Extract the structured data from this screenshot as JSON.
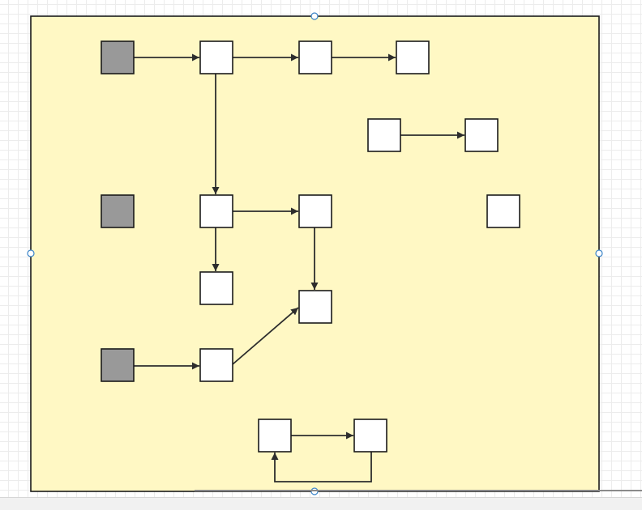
{
  "diagram": {
    "container": {
      "fill": "#fff8c4",
      "stroke": "#1a1a1a"
    },
    "node_styles": {
      "gray": {
        "fill": "#999999",
        "stroke": "#1a1a1a"
      },
      "white": {
        "fill": "#ffffff",
        "stroke": "#1a1a1a"
      }
    },
    "edge_color": "#2d2d2d",
    "handle_color": "#3a84c8",
    "nodes": [
      {
        "id": "g1",
        "style": "gray"
      },
      {
        "id": "w1",
        "style": "white"
      },
      {
        "id": "w2",
        "style": "white"
      },
      {
        "id": "w3",
        "style": "white"
      },
      {
        "id": "w4",
        "style": "white"
      },
      {
        "id": "w5",
        "style": "white"
      },
      {
        "id": "g2",
        "style": "gray"
      },
      {
        "id": "w6",
        "style": "white"
      },
      {
        "id": "w7",
        "style": "white"
      },
      {
        "id": "w8",
        "style": "white"
      },
      {
        "id": "w9",
        "style": "white"
      },
      {
        "id": "w10",
        "style": "white"
      },
      {
        "id": "g3",
        "style": "gray"
      },
      {
        "id": "w11",
        "style": "white"
      },
      {
        "id": "w12",
        "style": "white"
      },
      {
        "id": "w13",
        "style": "white"
      }
    ],
    "edges": [
      {
        "from": "g1",
        "to": "w1"
      },
      {
        "from": "w1",
        "to": "w2"
      },
      {
        "from": "w2",
        "to": "w3"
      },
      {
        "from": "w1",
        "to": "w6"
      },
      {
        "from": "w4",
        "to": "w5"
      },
      {
        "from": "w6",
        "to": "w7"
      },
      {
        "from": "w6",
        "to": "w9"
      },
      {
        "from": "w7",
        "to": "w10"
      },
      {
        "from": "g3",
        "to": "w11"
      },
      {
        "from": "w11",
        "to": "w10"
      },
      {
        "from": "w12",
        "to": "w13"
      },
      {
        "from": "w13",
        "to": "w12"
      }
    ]
  }
}
